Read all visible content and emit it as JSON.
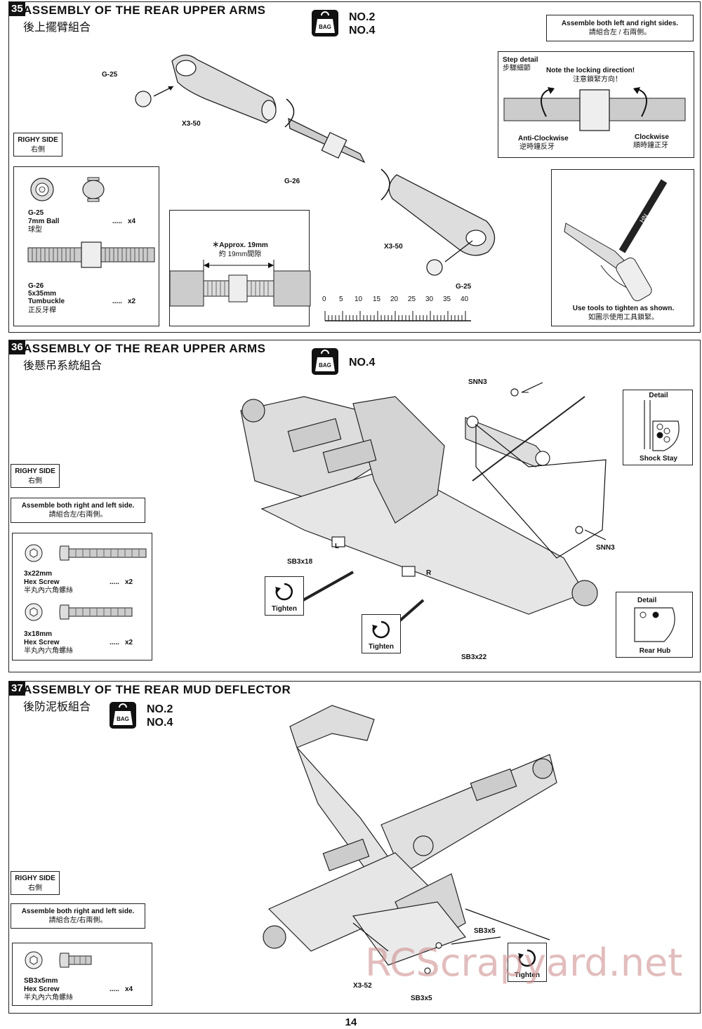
{
  "steps": [
    {
      "number": "35",
      "title_en": "ASSEMBLY OF THE REAR UPPER ARMS",
      "title_zh": "後上擺臂組合",
      "bag_label": "BAG",
      "bags": [
        "NO.2",
        "NO.4"
      ],
      "side_note": {
        "en": "Assemble both left and right sides.",
        "zh": "請組合左 / 右兩側。"
      },
      "righy_side": {
        "en": "RIGHY SIDE",
        "zh": "右側"
      },
      "parts": [
        {
          "code": "G-25",
          "name": "7mm Ball",
          "zh": "球型",
          "qty": "x4"
        },
        {
          "code": "G-26",
          "name": "5x35mm",
          "name2": "Tumbuckle",
          "zh": "正反牙桿",
          "qty": "x2"
        }
      ],
      "labels": {
        "g25_top": "G-25",
        "x350_top": "X3-50",
        "g26": "G-26",
        "x350_bottom": "X3-50",
        "g25_bottom": "G-25"
      },
      "approx": {
        "en": "＊Approx. 19mm",
        "zh": "約 19mm間隙"
      },
      "ruler_ticks": [
        "0",
        "5",
        "10",
        "15",
        "20",
        "25",
        "30",
        "35",
        "40"
      ],
      "step_detail": {
        "title_en": "Step detail",
        "title_zh": "步驟細節",
        "note_en": "Note the locking direction!",
        "note_zh": "注意鎖緊方向！",
        "anti_en": "Anti-Clockwise",
        "anti_zh": "逆時鐘反牙",
        "clock_en": "Clockwise",
        "clock_zh": "順時鐘正牙"
      },
      "tool_note": {
        "en": "Use tools to tighten as shown.",
        "zh": "如圖示使用工具鎖緊。",
        "tool_text": "HN"
      }
    },
    {
      "number": "36",
      "title_en": "ASSEMBLY OF THE REAR UPPER ARMS",
      "title_zh": "後懸吊系統組合",
      "bag_label": "BAG",
      "bags": [
        "NO.4"
      ],
      "righy_side": {
        "en": "RIGHY SIDE",
        "zh": "右側"
      },
      "side_note": {
        "en": "Assemble both right and left side.",
        "zh": "請組合左/右兩側。"
      },
      "parts": [
        {
          "code": "3x22mm",
          "name": "Hex Screw",
          "zh": "半丸內六角螺絲",
          "qty": "x2"
        },
        {
          "code": "3x18mm",
          "name": "Hex Screw",
          "zh": "半丸內六角螺絲",
          "qty": "x2"
        }
      ],
      "labels": {
        "snn3_top": "SNN3",
        "snn3_right": "SNN3",
        "sb3x18": "SB3x18",
        "sb3x22": "SB3x22",
        "tighten": "Tighten",
        "arm_l": "L",
        "arm_r": "R"
      },
      "detail_shock": {
        "title": "Detail",
        "caption": "Shock Stay"
      },
      "detail_hub": {
        "title": "Detail",
        "caption": "Rear Hub"
      }
    },
    {
      "number": "37",
      "title_en": "ASSEMBLY OF THE REAR MUD DEFLECTOR",
      "title_zh": "後防泥板組合",
      "bag_label": "BAG",
      "bags": [
        "NO.2",
        "NO.4"
      ],
      "righy_side": {
        "en": "RIGHY SIDE",
        "zh": "右側"
      },
      "side_note": {
        "en": "Assemble both right and left side.",
        "zh": "請組合左/右兩側。"
      },
      "parts": [
        {
          "code": "SB3x5mm",
          "name": "Hex Screw",
          "zh": "半丸內六角螺絲",
          "qty": "x4"
        }
      ],
      "labels": {
        "sb3x5_top": "SB3x5",
        "sb3x5_bottom": "SB3x5",
        "x352": "X3-52",
        "tighten": "Tighten"
      }
    }
  ],
  "page_number": "14",
  "watermark": "RCScrapyard.net"
}
